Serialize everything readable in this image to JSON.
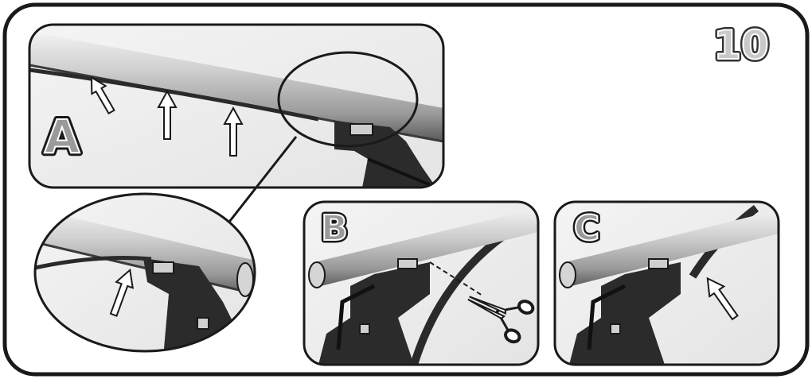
{
  "step_number": "10",
  "panels": [
    {
      "id": "A",
      "label": "A"
    },
    {
      "id": "B",
      "label": "B"
    },
    {
      "id": "C",
      "label": "C"
    }
  ],
  "colors": {
    "frame": "#1a1a1a",
    "bar_light": "#d8d8d8",
    "bar_mid": "#a9a9a9",
    "bar_dark": "#5e5e5e",
    "foot": "#2b2b2b",
    "label_fill": "#8c8c8c",
    "background": "#ffffff"
  },
  "icons": [
    "up-arrow-icon",
    "scissors-icon",
    "cut-line"
  ]
}
